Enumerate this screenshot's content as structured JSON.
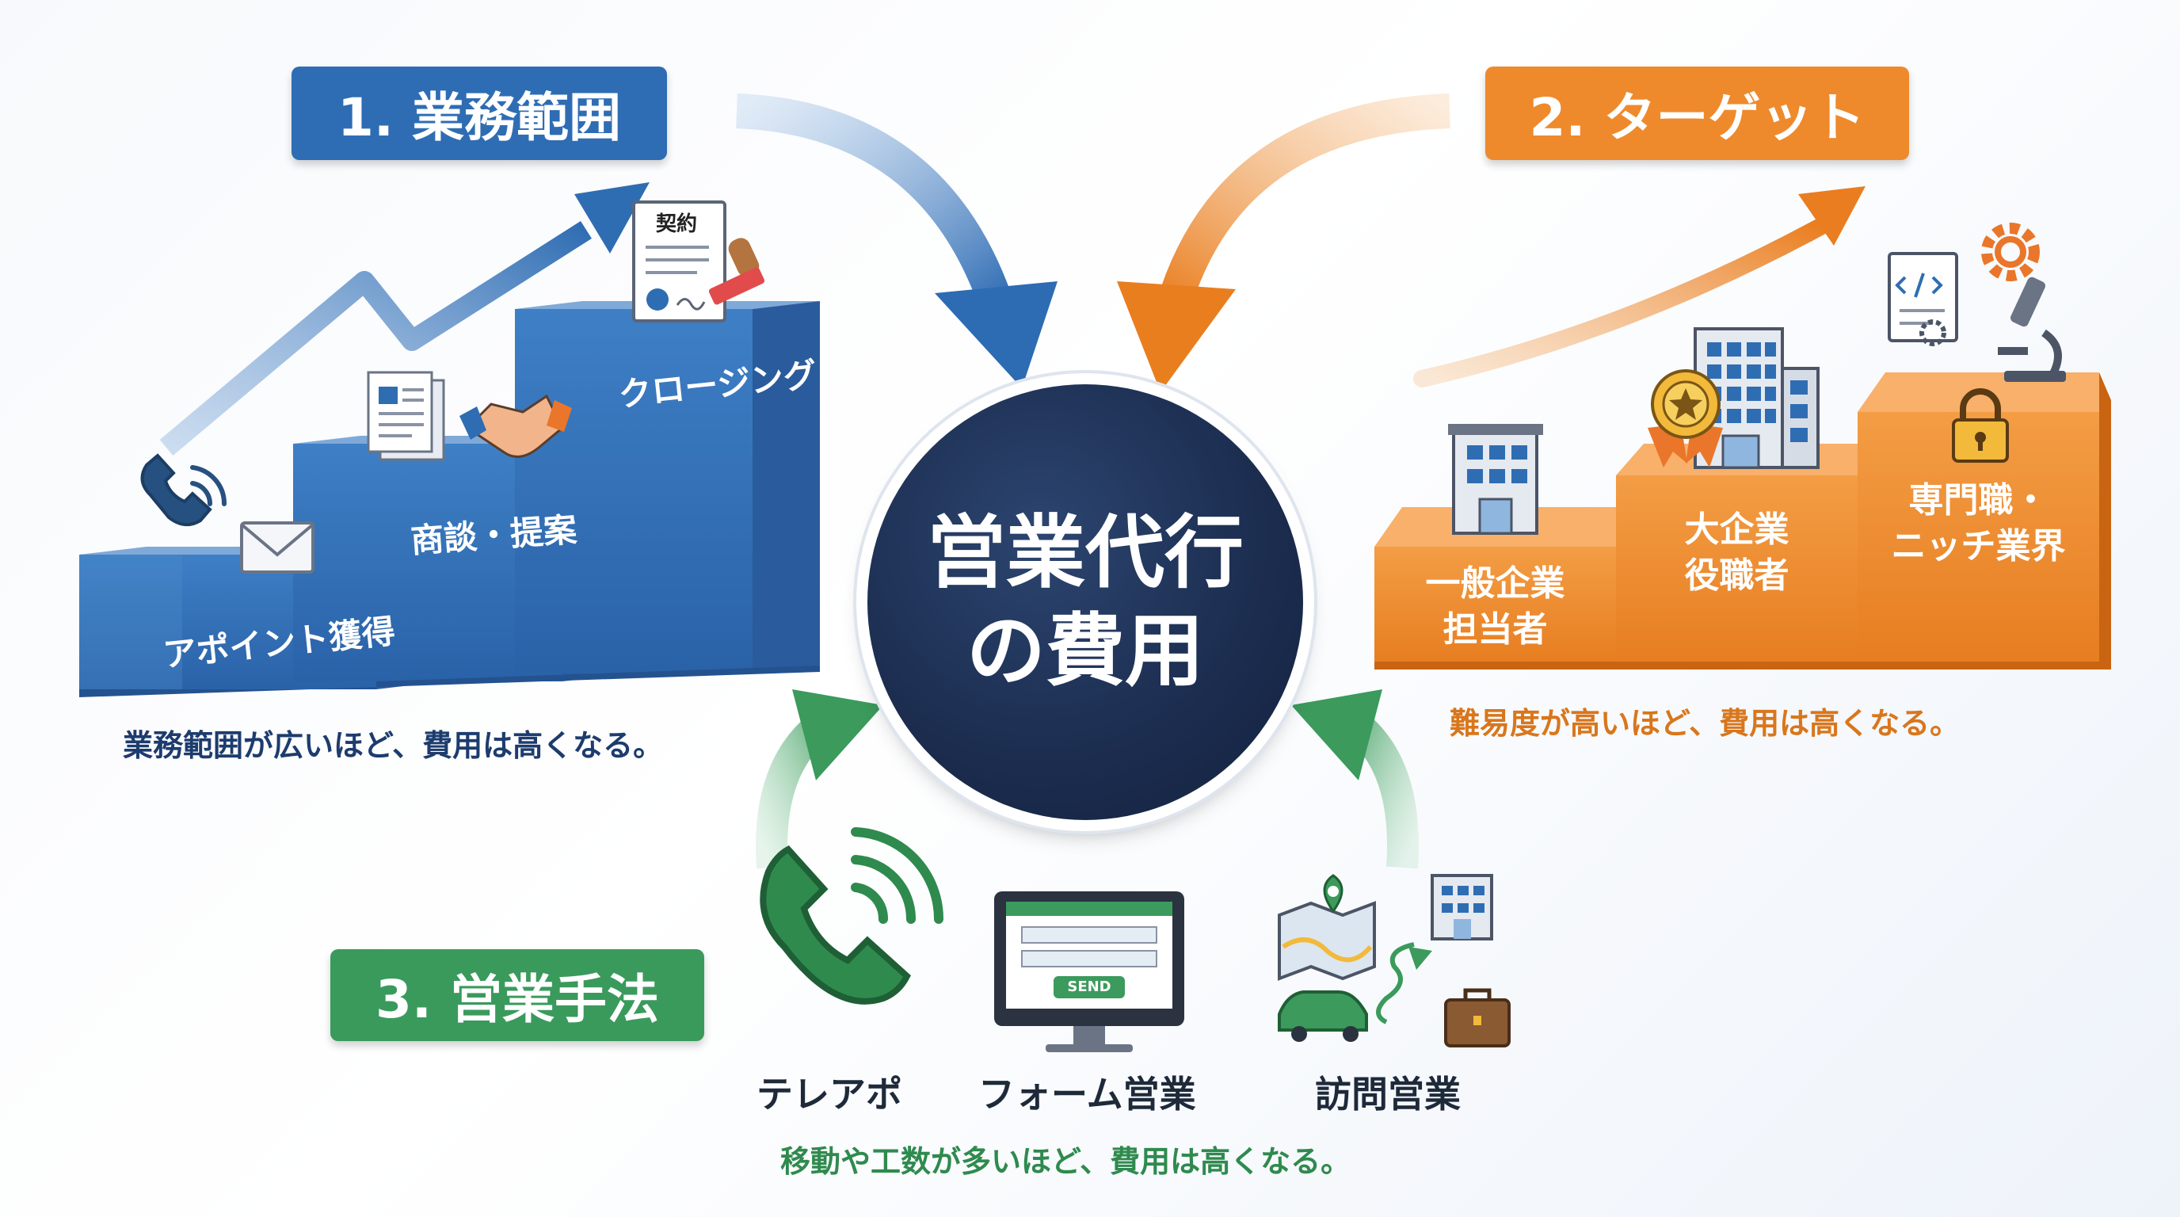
{
  "center": {
    "line1": "営業代行",
    "line2": "の費用"
  },
  "sections": {
    "scope": {
      "title": "1. 業務範囲",
      "color": "#2e6db4",
      "steps": [
        "アポイント獲得",
        "商談・提案",
        "クロージング"
      ],
      "contract_doc_label": "契約",
      "note": "業務範囲が広いほど、費用は高くなる。",
      "note_color": "#1d3c6e"
    },
    "target": {
      "title": "2. ターゲット",
      "color": "#ee8a2c",
      "steps": [
        {
          "line1": "一般企業",
          "line2": "担当者"
        },
        {
          "line1": "大企業",
          "line2": "役職者"
        },
        {
          "line1": "専門職・",
          "line2": "ニッチ業界"
        }
      ],
      "note": "難易度が高いほど、費用は高くなる。",
      "note_color": "#d9761c"
    },
    "method": {
      "title": "3. 営業手法",
      "color": "#3a9a5b",
      "items": [
        "テレアポ",
        "フォーム営業",
        "訪問営業"
      ],
      "send_label": "SEND",
      "note": "移動や工数が多いほど、費用は高くなる。",
      "note_color": "#2f8a4e"
    }
  }
}
